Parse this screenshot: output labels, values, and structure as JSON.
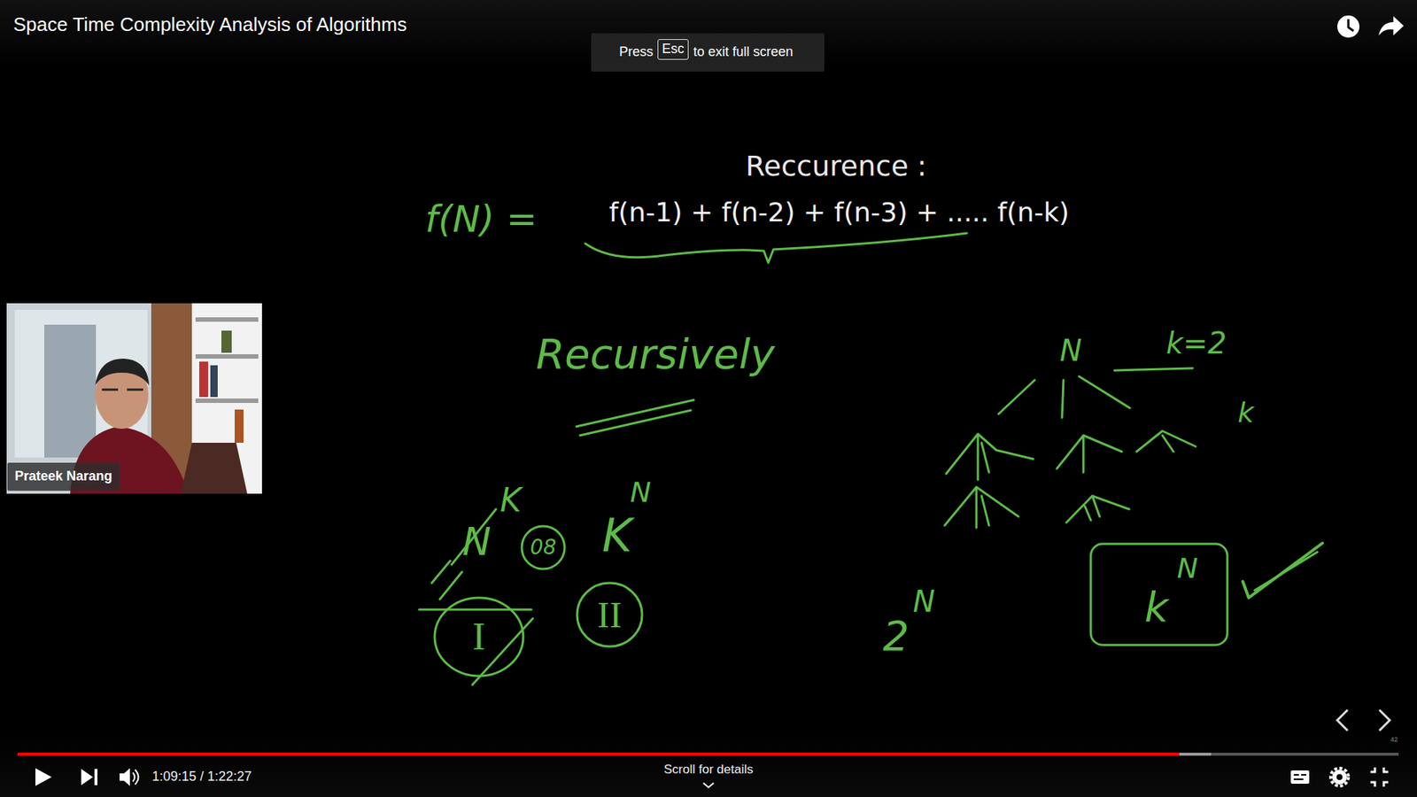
{
  "diagram": {
    "title": "Space Time Complexity Analysis of Algorithms",
    "nodes": [
      {
        "text": [
          "Esc"
        ]
      },
      {
        "text": [
          "Prateek Narang"
        ]
      },
      {
        "text": [
          "08"
        ]
      },
      {
        "text": [
          "I"
        ]
      },
      {
        "text": [
          "II"
        ]
      },
      {
        "text": [
          "k",
          "N"
        ]
      }
    ],
    "labels": [
      "Press",
      "to exit full screen",
      "Reccurence :",
      "f(n-1) + f(n-2) + f(n-3) + ..... f(n-k)",
      "f(N) =",
      "Recursively",
      "K",
      "N",
      "K",
      "N",
      "N",
      "k=2",
      "k",
      "2",
      "N",
      "1:09:15 / 1:22:27",
      "Scroll for details",
      "42"
    ]
  }
}
